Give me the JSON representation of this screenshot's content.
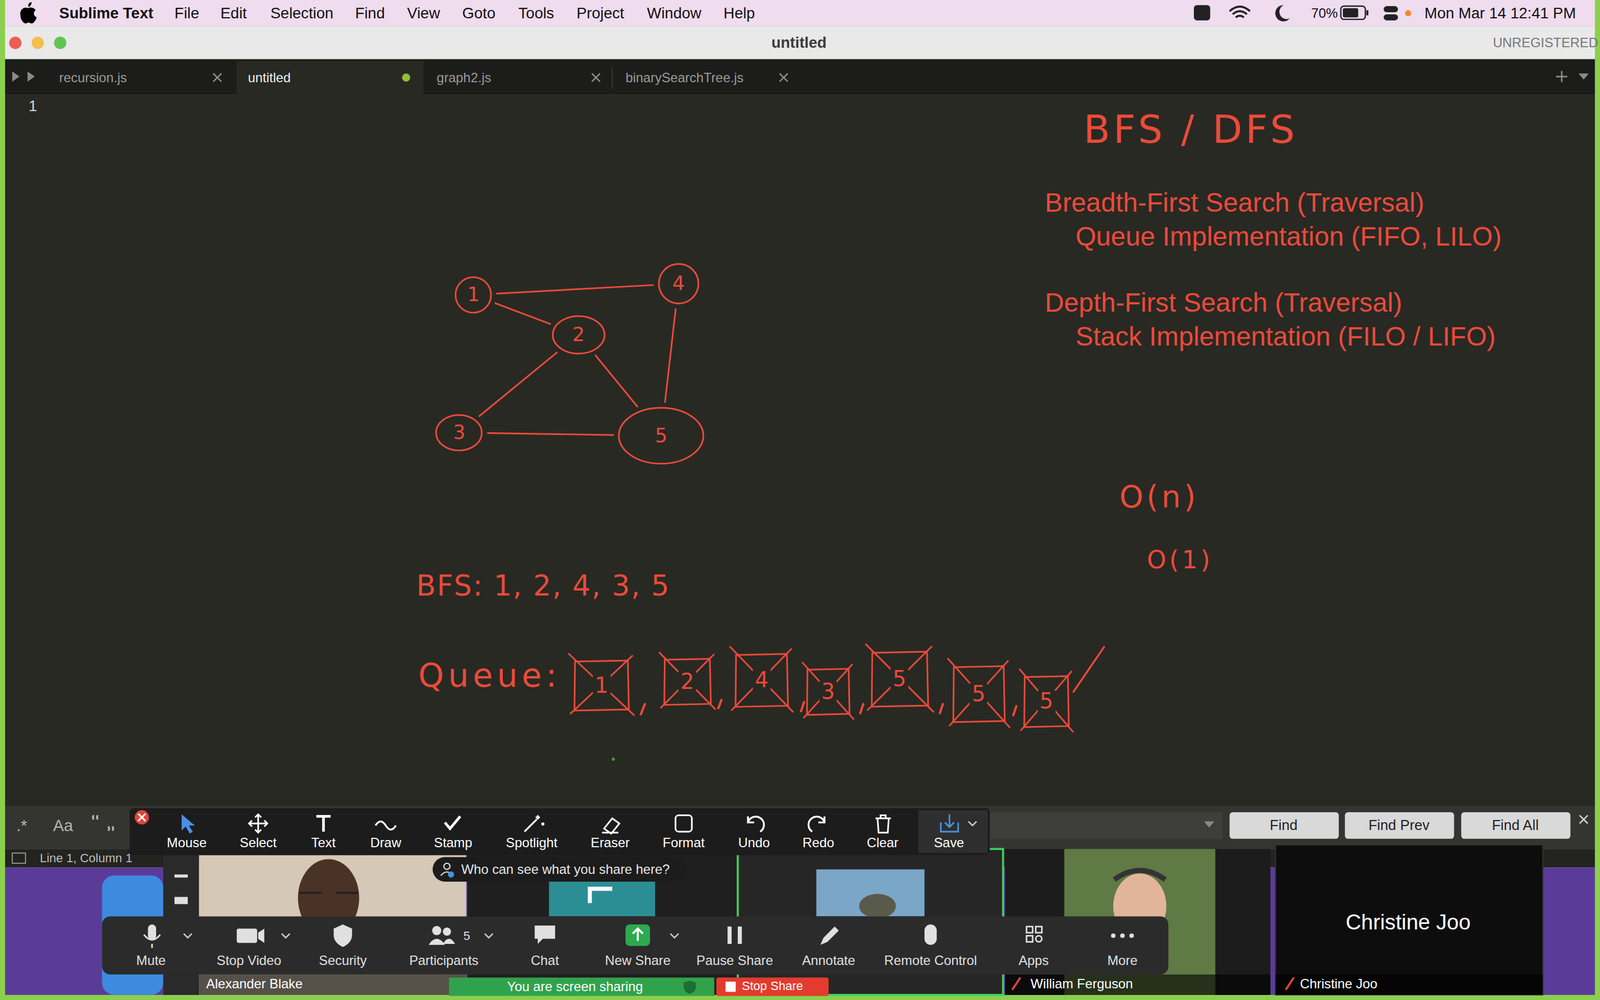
{
  "diagram": {
    "title": "BFS / DFS",
    "nodes": [
      {
        "text": [
          "1"
        ]
      },
      {
        "text": [
          "4"
        ]
      },
      {
        "text": [
          "2"
        ]
      },
      {
        "text": [
          "3"
        ]
      },
      {
        "text": [
          "5"
        ]
      },
      {
        "text": [
          "1"
        ]
      },
      {
        "text": [
          "2"
        ]
      },
      {
        "text": [
          "4"
        ]
      },
      {
        "text": [
          "3"
        ]
      },
      {
        "text": [
          "5"
        ]
      },
      {
        "text": [
          "5"
        ]
      },
      {
        "text": [
          "5"
        ]
      }
    ],
    "edges": [
      {
        "from": 0,
        "to": 1,
        "arrow": "none"
      },
      {
        "from": 0,
        "to": 2,
        "arrow": "none"
      },
      {
        "from": 2,
        "to": 3,
        "arrow": "none"
      },
      {
        "from": 2,
        "to": 4,
        "arrow": "none"
      },
      {
        "from": 1,
        "to": 4,
        "arrow": "none"
      },
      {
        "from": 3,
        "to": 4,
        "arrow": "none"
      }
    ],
    "labels": [
      "Sublime Text",
      "File",
      "Edit",
      "Selection",
      "Find",
      "View",
      "Goto",
      "Tools",
      "Project",
      "Window",
      "Help",
      "70%",
      "Mon Mar 14 12:41 PM",
      "untitled",
      "UNREGISTERED",
      "recursion.js",
      "untitled",
      "graph2.js",
      "binarySearchTree.js",
      "1",
      "Breadth-First Search (Traversal)",
      "Queue Implementation (FIFO, LILO)",
      "Depth-First Search (Traversal)",
      "Stack Implementation (FILO / LIFO)",
      "O(n)",
      "O(1)",
      "BFS: 1, 2, 4, 3, 5",
      "Queue:",
      ".*",
      "Aa",
      "Find",
      "Find Prev",
      "Find All",
      "Line 1, Column 1",
      "Mouse",
      "Select",
      "Text",
      "Draw",
      "Stamp",
      "Spotlight",
      "Eraser",
      "Format",
      "Undo",
      "Redo",
      "Clear",
      "Save",
      "Who can see what you share here?",
      "Mute",
      "Stop Video",
      "Security",
      "5",
      "Participants",
      "Chat",
      "New Share",
      "Pause Share",
      "Annotate",
      "Remote Control",
      "Apps",
      "More",
      "Alexander Blake",
      "You are screen sharing",
      "Stop Share",
      "William Ferguson",
      "Christine Joo",
      "Christine Joo"
    ]
  }
}
